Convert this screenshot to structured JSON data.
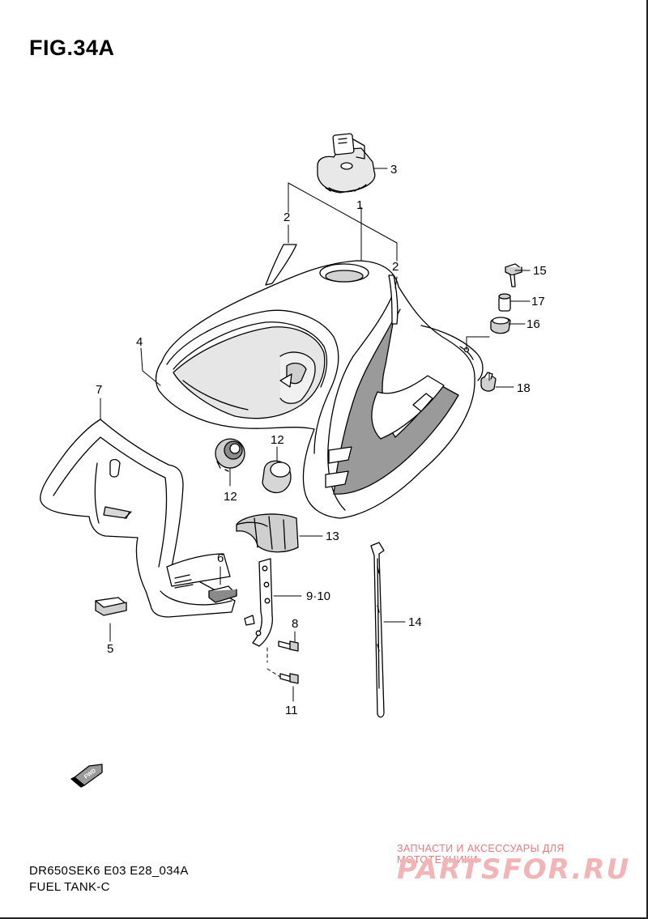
{
  "figure": {
    "title": "FIG.34A"
  },
  "callouts": [
    "1",
    "2",
    "2",
    "3",
    "4",
    "5",
    "6",
    "7",
    "8",
    "9·10",
    "11",
    "12",
    "12",
    "13",
    "14",
    "15",
    "16",
    "17",
    "18"
  ],
  "badge": {
    "text": "FWD"
  },
  "footer": {
    "model_code": "DR650SEK6 E03 E28_034A",
    "name": "FUEL TANK-C"
  },
  "watermark": {
    "tagline": "ЗАПЧАСТИ И АКСЕССУАРЫ ДЛЯ МОТОТЕХНИКИ",
    "logo": "PARTSFOR.RU"
  },
  "colors": {
    "line": "#000000",
    "shade": "#d9d9d9",
    "dark": "#8c8c8c",
    "watermark": "#e07d80"
  }
}
